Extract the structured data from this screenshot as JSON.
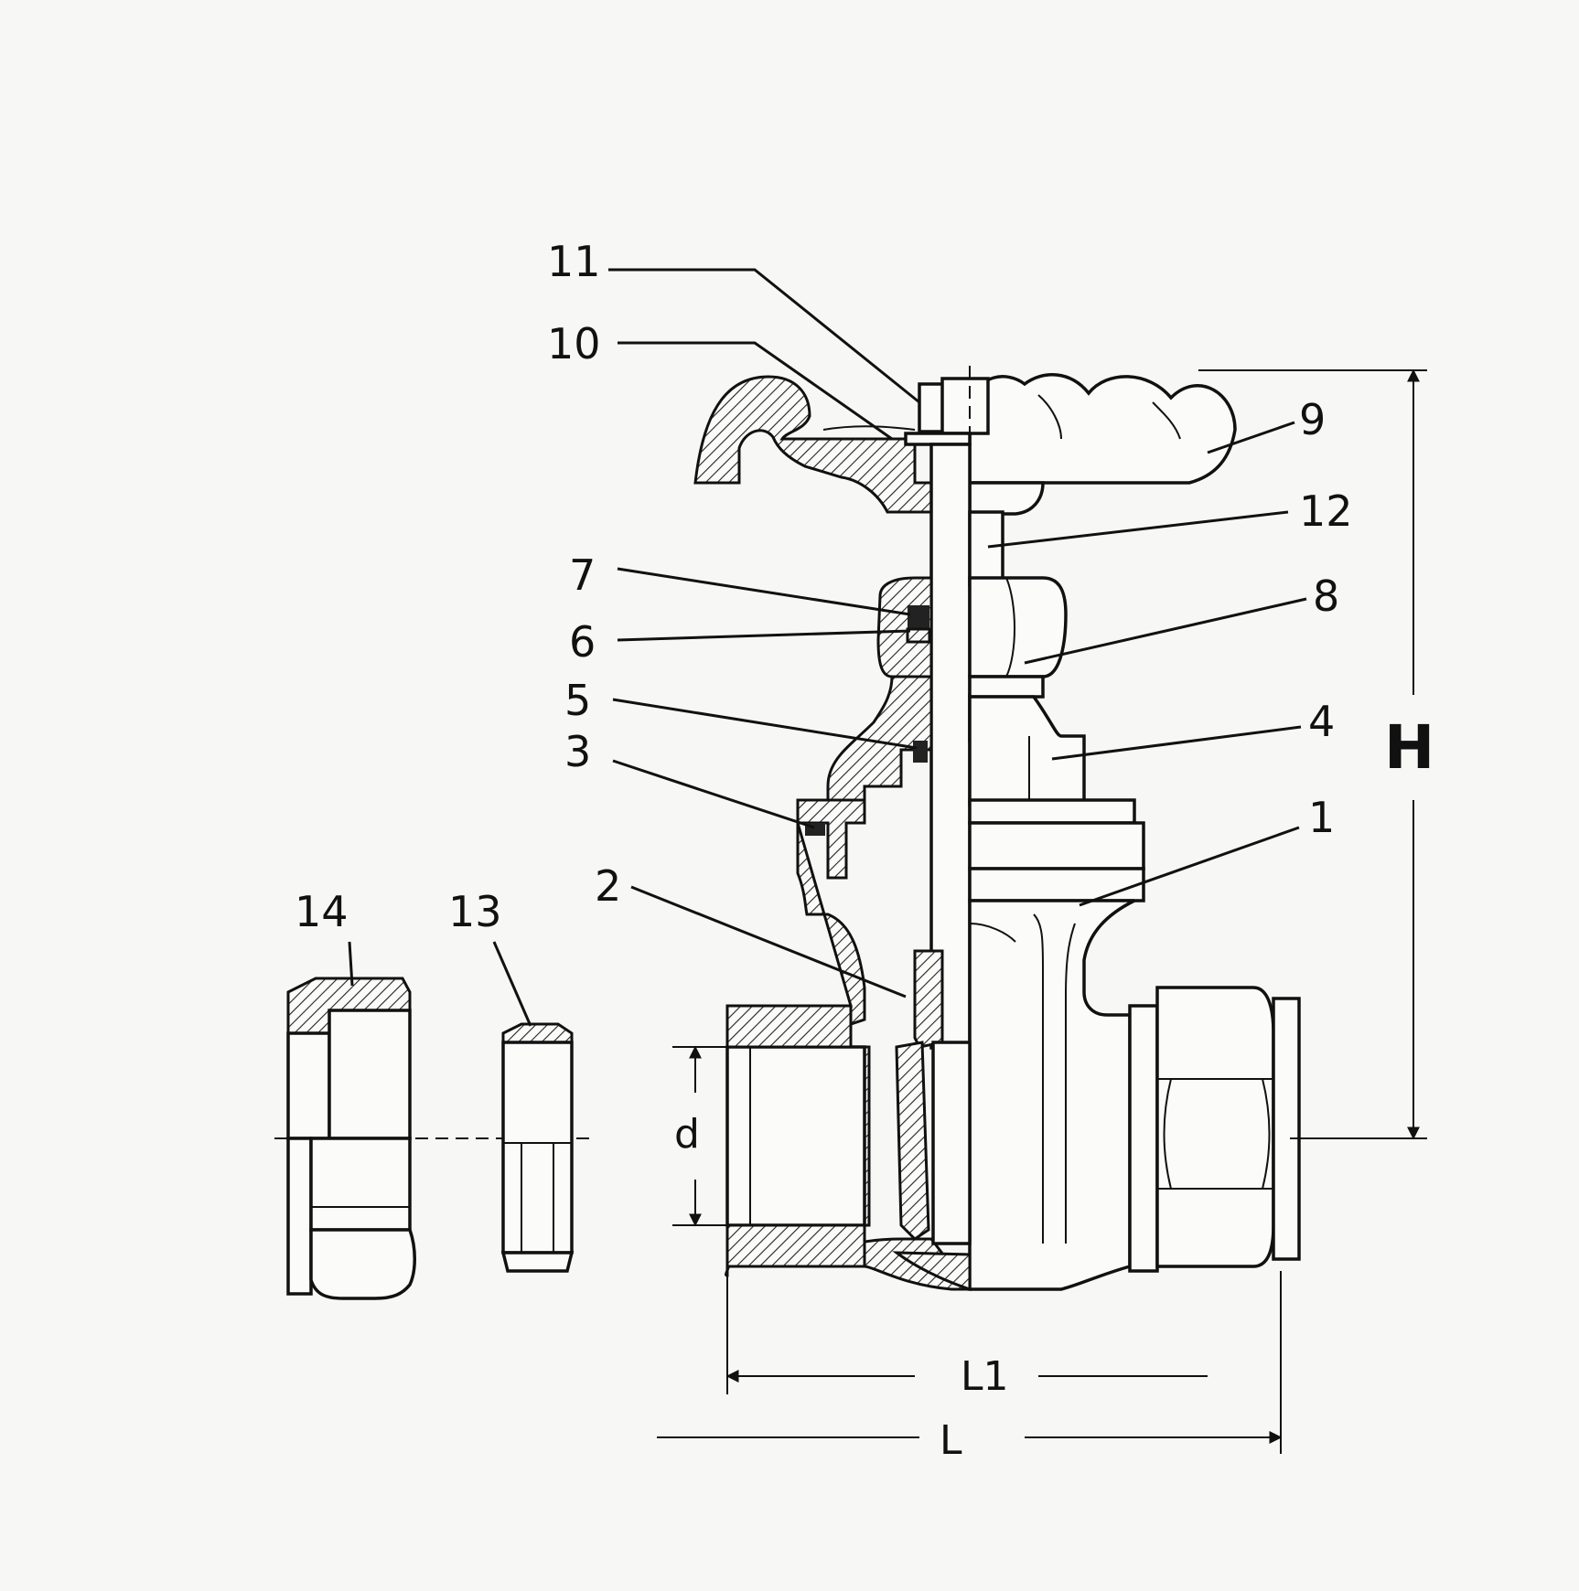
{
  "callouts": {
    "p1": "1",
    "p2": "2",
    "p3": "3",
    "p4": "4",
    "p5": "5",
    "p6": "6",
    "p7": "7",
    "p8": "8",
    "p9": "9",
    "p10": "10",
    "p11": "11",
    "p12": "12",
    "p13": "13",
    "p14": "14"
  },
  "dimensions": {
    "height": "H",
    "diameter": "d",
    "inner_length": "L1",
    "overall_length": "L"
  }
}
